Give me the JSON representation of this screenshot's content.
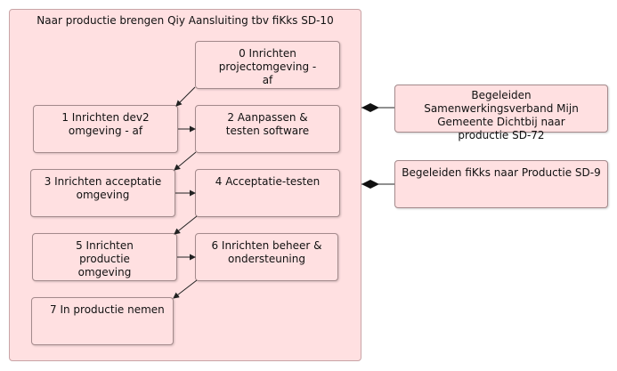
{
  "diagram": {
    "container_title": "Naar productie brengen Qiy Aansluiting tbv fiKks SD-10",
    "steps": [
      {
        "id": "step0",
        "label": "0 Inrichten projectomgeving - af"
      },
      {
        "id": "step1",
        "label": "1 Inrichten dev2 omgeving - af"
      },
      {
        "id": "step2",
        "label": "2 Aanpassen & testen software"
      },
      {
        "id": "step3",
        "label": "3 Inrichten acceptatie omgeving"
      },
      {
        "id": "step4",
        "label": "4 Acceptatie-testen"
      },
      {
        "id": "step5",
        "label": "5 Inrichten productie omgeving"
      },
      {
        "id": "step6",
        "label": "6 Inrichten beheer & ondersteuning"
      },
      {
        "id": "step7",
        "label": "7 In productie nemen"
      }
    ],
    "external": [
      {
        "id": "ext1",
        "label": "Begeleiden Samenwerkingsverband Mijn Gemeente Dichtbij naar productie SD-72"
      },
      {
        "id": "ext2",
        "label": "Begeleiden fiKks naar Productie SD-9"
      }
    ],
    "colors": {
      "fill": "#ffe0e1",
      "border": "#a48a8c",
      "connector": "#222222"
    }
  }
}
